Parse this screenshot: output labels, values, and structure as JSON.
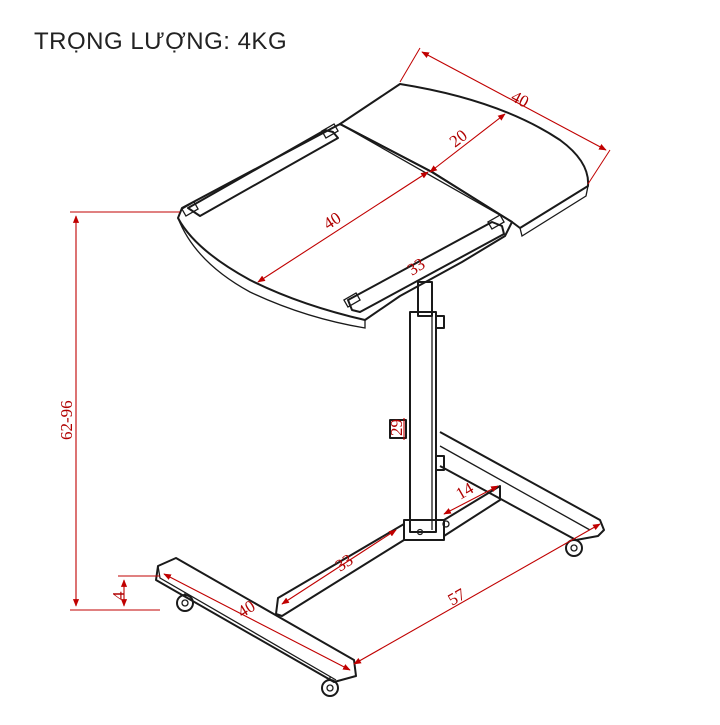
{
  "title": "TRỌNG LƯỢNG: 4KG",
  "dimensions": {
    "top_width": "40",
    "leaf_depth": "20",
    "top_length": "40",
    "top_inner": "33",
    "column": "29",
    "height": "62-96",
    "base_gap": "14",
    "base_bar": "33",
    "base_front": "40",
    "base_length": "57",
    "wheel_height": "4"
  },
  "colors": {
    "line": "#1a1a1a",
    "dimension": "#c00000"
  }
}
